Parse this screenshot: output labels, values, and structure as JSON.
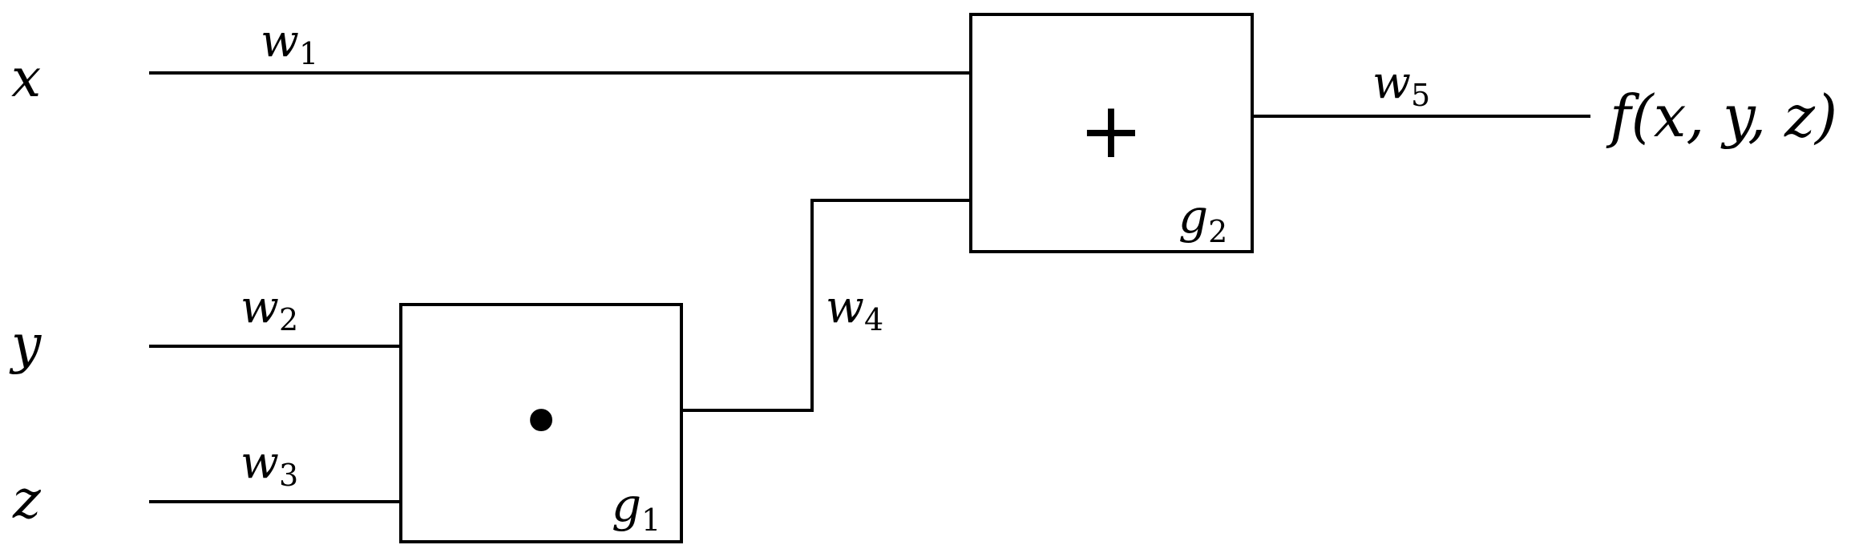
{
  "inputs": {
    "x": "x",
    "y": "y",
    "z": "z"
  },
  "wires": {
    "w1": {
      "base": "w",
      "sub": "1"
    },
    "w2": {
      "base": "w",
      "sub": "2"
    },
    "w3": {
      "base": "w",
      "sub": "3"
    },
    "w4": {
      "base": "w",
      "sub": "4"
    },
    "w5": {
      "base": "w",
      "sub": "5"
    }
  },
  "gates": {
    "g1": {
      "base": "g",
      "sub": "1",
      "operator": "•"
    },
    "g2": {
      "base": "g",
      "sub": "2",
      "operator": "+"
    }
  },
  "output": {
    "label": "f(x, y, z)"
  }
}
